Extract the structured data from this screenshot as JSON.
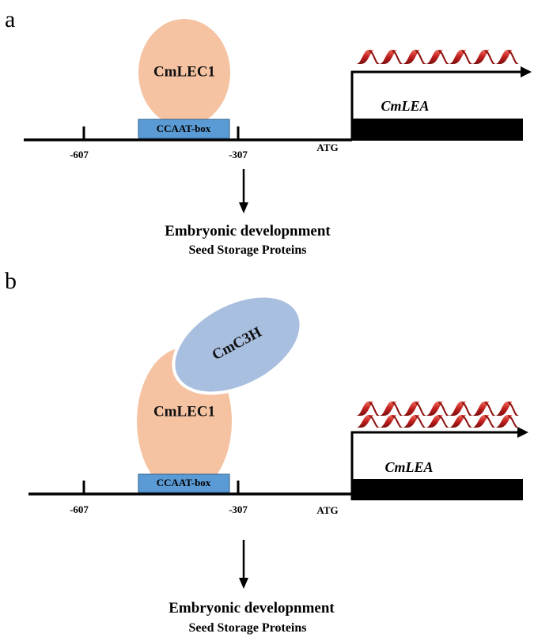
{
  "panel_a": {
    "label": "a",
    "protein": "CmLEC1",
    "box": "CCAAT-box",
    "pos1": "-607",
    "pos2": "-307",
    "start": "ATG",
    "gene": "CmLEA",
    "outcome_title": "Embryonic developnment",
    "outcome_sub": "Seed Storage Proteins"
  },
  "panel_b": {
    "label": "b",
    "protein": "CmLEC1",
    "partner": "CmC3H",
    "box": "CCAAT-box",
    "pos1": "-607",
    "pos2": "-307",
    "start": "ATG",
    "gene": "CmLEA",
    "outcome_title": "Embryonic developnment",
    "outcome_sub": "Seed Storage Proteins"
  },
  "colors": {
    "lec1": "#f5c3a2",
    "c3h": "#a9bfe0",
    "box": "#5b9bd5",
    "gene_bar": "#000000",
    "helix": "#c0201e"
  }
}
